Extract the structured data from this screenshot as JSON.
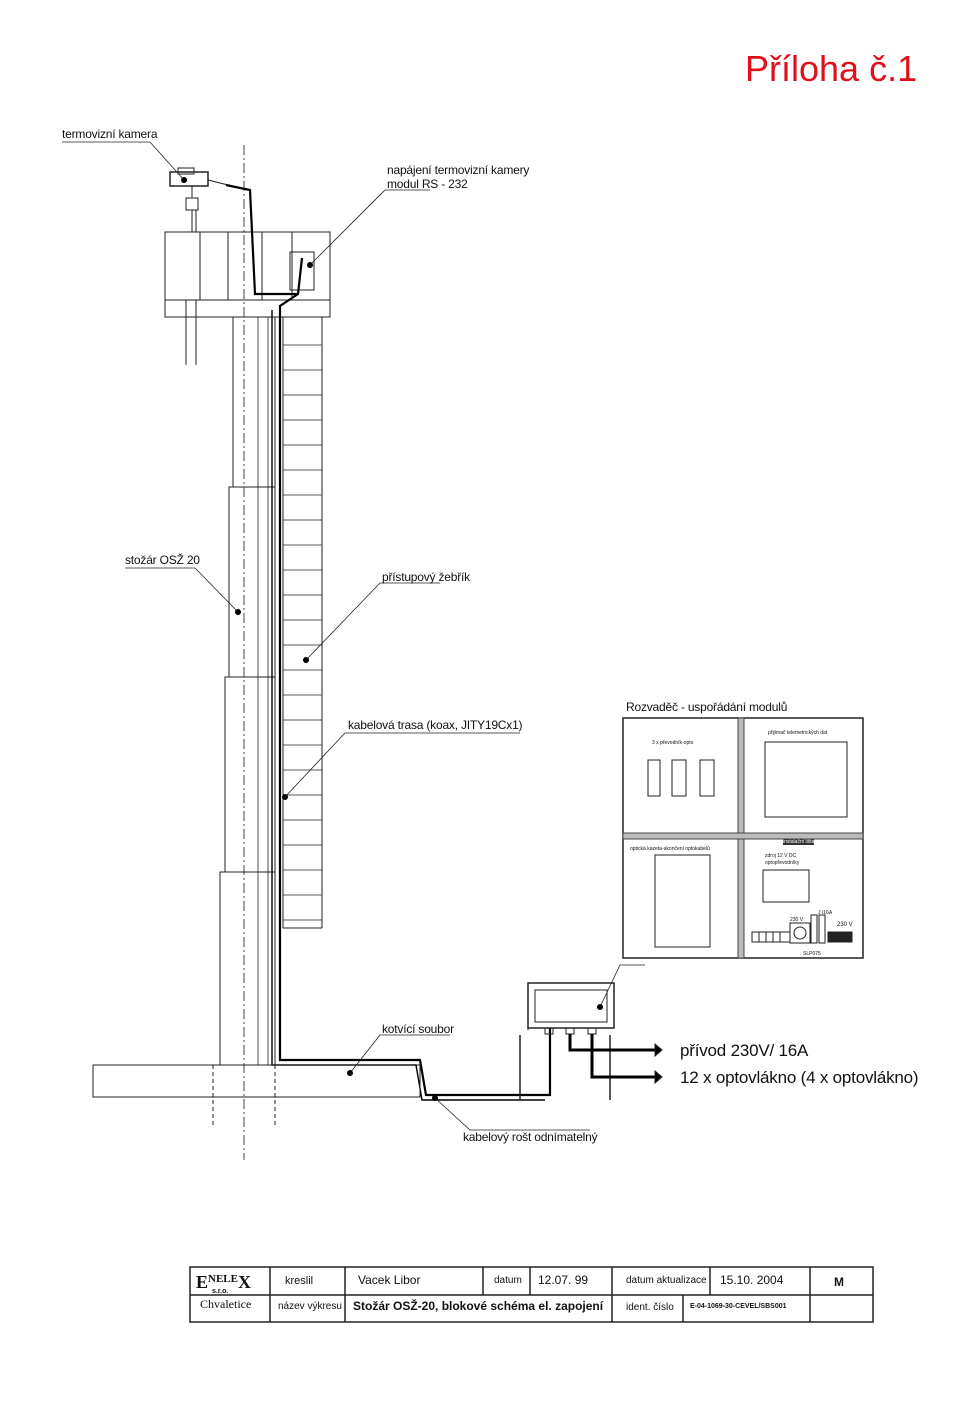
{
  "annex_title": "Příloha č.1",
  "labels": {
    "thermal_camera": "termovizní kamera",
    "camera_power_line1": "napájení termovizní kamery",
    "camera_power_line2": "modul RS - 232",
    "mast": "stožár OSŽ 20",
    "ladder": "přístupový žebřík",
    "cable_route": "kabelová trasa (koax, JITY19Cx1)",
    "anchor_set": "kotvící soubor",
    "cable_tray": "kabelový rošt odnímatelný",
    "power_supply": "přívod 230V/ 16A",
    "fibers": "12 x optovlákno (4 x optovlákno)"
  },
  "cabinet": {
    "title": "Rozvaděč - uspořádání modulů",
    "converters": "3 x převodník-opto",
    "telemetry_receiver": "přijímač telemetrických dat",
    "optical_cassette": "optická kazeta-ukončení optokabelů",
    "install_strip": "instalační lišta",
    "psu_line1": "zdroj 12 V DC",
    "psu_line2": "optopřevodníky",
    "breaker": "J /16A",
    "v230_a": "230 V",
    "v230_b": "230 V",
    "spd": "SLP075"
  },
  "title_block": {
    "company_prefix": "E",
    "company_name": "NELE",
    "company_suffix": "X",
    "company_form": "s.r.o.",
    "company_city": "Chvaletice",
    "drawn_label": "kreslil",
    "drawn_value": "Vacek Libor",
    "date_label": "datum",
    "date_value": "12.07. 99",
    "update_label": "datum aktualizace",
    "update_value": "15.10. 2004",
    "name_label": "název výkresu",
    "name_value": "Stožár OSŽ-20, blokové schéma el. zapojení",
    "ident_label": "ident. číslo",
    "ident_value": "E-04-1069-30-CEVEL/SBS001",
    "scale_value": "M"
  }
}
